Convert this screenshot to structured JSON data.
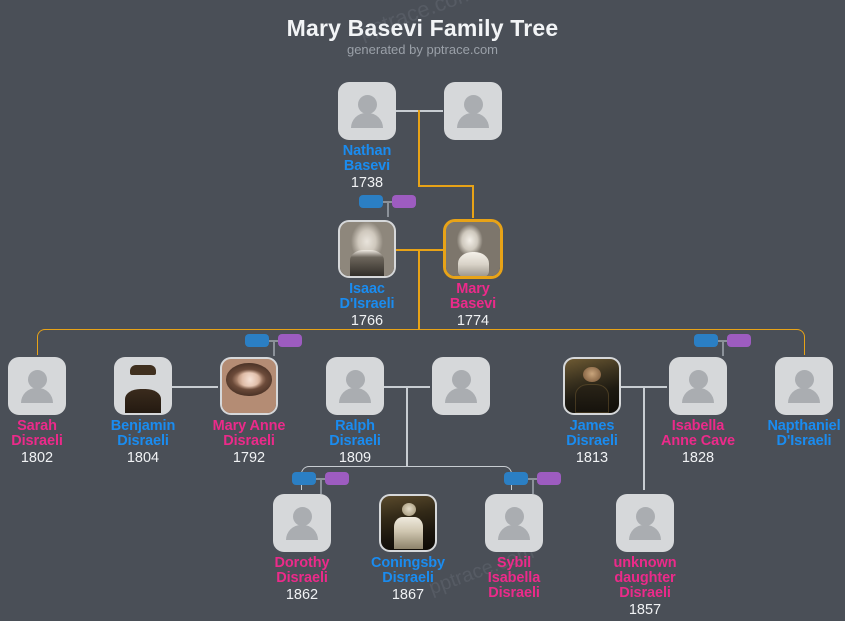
{
  "header": {
    "title": "Mary Basevi Family Tree",
    "subtitle": "generated by pptrace.com"
  },
  "watermark": "pptrace.com",
  "colors": {
    "background": "#4a4f57",
    "male_name": "#1a8cf0",
    "female_name": "#ec2a8a",
    "year": "#f0f2f4",
    "focus_border": "#e8a317",
    "focus_connector": "#e8a317",
    "connector": "#c8cdd2",
    "badge_male": "#2b7fc4",
    "badge_female": "#9d5cc0",
    "card_placeholder": "#d6d8da"
  },
  "people": {
    "nathan": {
      "name": "Nathan\nBasevi",
      "line1": "Nathan",
      "line2": "Basevi",
      "year": "1738",
      "gender": "male",
      "portrait": "none"
    },
    "nathan_sp": {
      "name": "",
      "line1": "",
      "line2": "",
      "year": "",
      "gender": "unknown",
      "portrait": "none"
    },
    "isaac": {
      "name": "Isaac D'Israeli",
      "line1": "Isaac",
      "line2": "D'Israeli",
      "year": "1766",
      "gender": "male",
      "portrait": "engraving"
    },
    "mary": {
      "name": "Mary Basevi",
      "line1": "Mary",
      "line2": "Basevi",
      "year": "1774",
      "gender": "female",
      "portrait": "engraving",
      "focus": true
    },
    "sarah": {
      "name": "Sarah Disraeli",
      "line1": "Sarah",
      "line2": "Disraeli",
      "year": "1802",
      "gender": "female",
      "portrait": "none"
    },
    "benjamin": {
      "name": "Benjamin Disraeli",
      "line1": "Benjamin",
      "line2": "Disraeli",
      "year": "1804",
      "gender": "male",
      "portrait": "photograph"
    },
    "maryanne": {
      "name": "Mary Anne Disraeli",
      "line1": "Mary Anne",
      "line2": "Disraeli",
      "year": "1792",
      "gender": "female",
      "portrait": "painting"
    },
    "ralph": {
      "name": "Ralph Disraeli",
      "line1": "Ralph",
      "line2": "Disraeli",
      "year": "1809",
      "gender": "male",
      "portrait": "none"
    },
    "ralph_sp": {
      "name": "",
      "line1": "",
      "line2": "",
      "year": "",
      "gender": "unknown",
      "portrait": "none"
    },
    "james": {
      "name": "James Disraeli",
      "line1": "James",
      "line2": "Disraeli",
      "year": "1813",
      "gender": "male",
      "portrait": "painting"
    },
    "isabella": {
      "name": "Isabella Anne Cave",
      "line1": "Isabella",
      "line2": "Anne Cave",
      "year": "1828",
      "gender": "female",
      "portrait": "none"
    },
    "napthaniel": {
      "name": "Napthaniel D'Israeli",
      "line1": "Napthaniel",
      "line2": "D'Israeli",
      "year": "",
      "gender": "male",
      "portrait": "none"
    },
    "dorothy": {
      "name": "Dorothy Disraeli",
      "line1": "Dorothy",
      "line2": "Disraeli",
      "year": "1862",
      "gender": "female",
      "portrait": "none"
    },
    "coningsby": {
      "name": "Coningsby Disraeli",
      "line1": "Coningsby",
      "line2": "Disraeli",
      "year": "1867",
      "gender": "male",
      "portrait": "photograph"
    },
    "sybil": {
      "name": "Sybil Isabella Disraeli",
      "line1": "Sybil",
      "line2": "Isabella",
      "line3": "Disraeli",
      "year": "",
      "gender": "female",
      "portrait": "none"
    },
    "unknown_d": {
      "name": "unknown daughter Disraeli",
      "line1": "unknown",
      "line2": "daughter",
      "line3": "Disraeli",
      "year": "1857",
      "gender": "female",
      "portrait": "none"
    }
  },
  "generations": [
    {
      "index": 1,
      "members": [
        "nathan",
        "nathan_sp"
      ]
    },
    {
      "index": 2,
      "members": [
        "isaac",
        "mary"
      ]
    },
    {
      "index": 3,
      "members": [
        "sarah",
        "benjamin",
        "maryanne",
        "ralph",
        "ralph_sp",
        "james",
        "isabella",
        "napthaniel"
      ]
    },
    {
      "index": 4,
      "members": [
        "dorothy",
        "coningsby",
        "sybil",
        "unknown_d"
      ]
    }
  ]
}
